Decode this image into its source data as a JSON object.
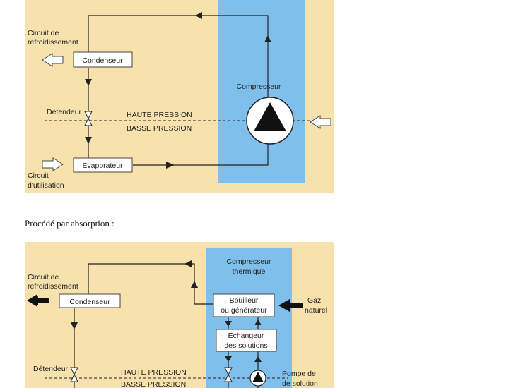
{
  "compression": {
    "cooling_circuit_label_1": "Circuit de",
    "cooling_circuit_label_2": "refroidissement",
    "condenser": "Condenseur",
    "compressor": "Compresseur",
    "expander": "Détendeur",
    "high_pressure": "HAUTE PRESSION",
    "low_pressure": "BASSE PRESSION",
    "evaporator": "Evaporateur",
    "usage_circuit_label_1": "Circuit",
    "usage_circuit_label_2": "d'utilisation"
  },
  "caption": "Procédé par absorption :",
  "absorption": {
    "cooling_circuit_label_1": "Circuit de",
    "cooling_circuit_label_2": "refroidissement",
    "condenser": "Condenseur",
    "thermal_compressor_1": "Compresseur",
    "thermal_compressor_2": "thermique",
    "boiler_1": "Bouilleur",
    "boiler_2": "ou générateur",
    "exchanger_1": "Echangeur",
    "exchanger_2": "des solutions",
    "natural_gas_1": "Gaz",
    "natural_gas_2": "naturel",
    "expander": "Détendeur",
    "high_pressure": "HAUTE PRESSION",
    "low_pressure": "BASSE PRESSION",
    "pump_1": "Pompe de",
    "pump_2": "de solution"
  },
  "colors": {
    "panel_bg": "#f7e2ad",
    "compressor_bg": "#7fbfec",
    "line": "#222222"
  }
}
